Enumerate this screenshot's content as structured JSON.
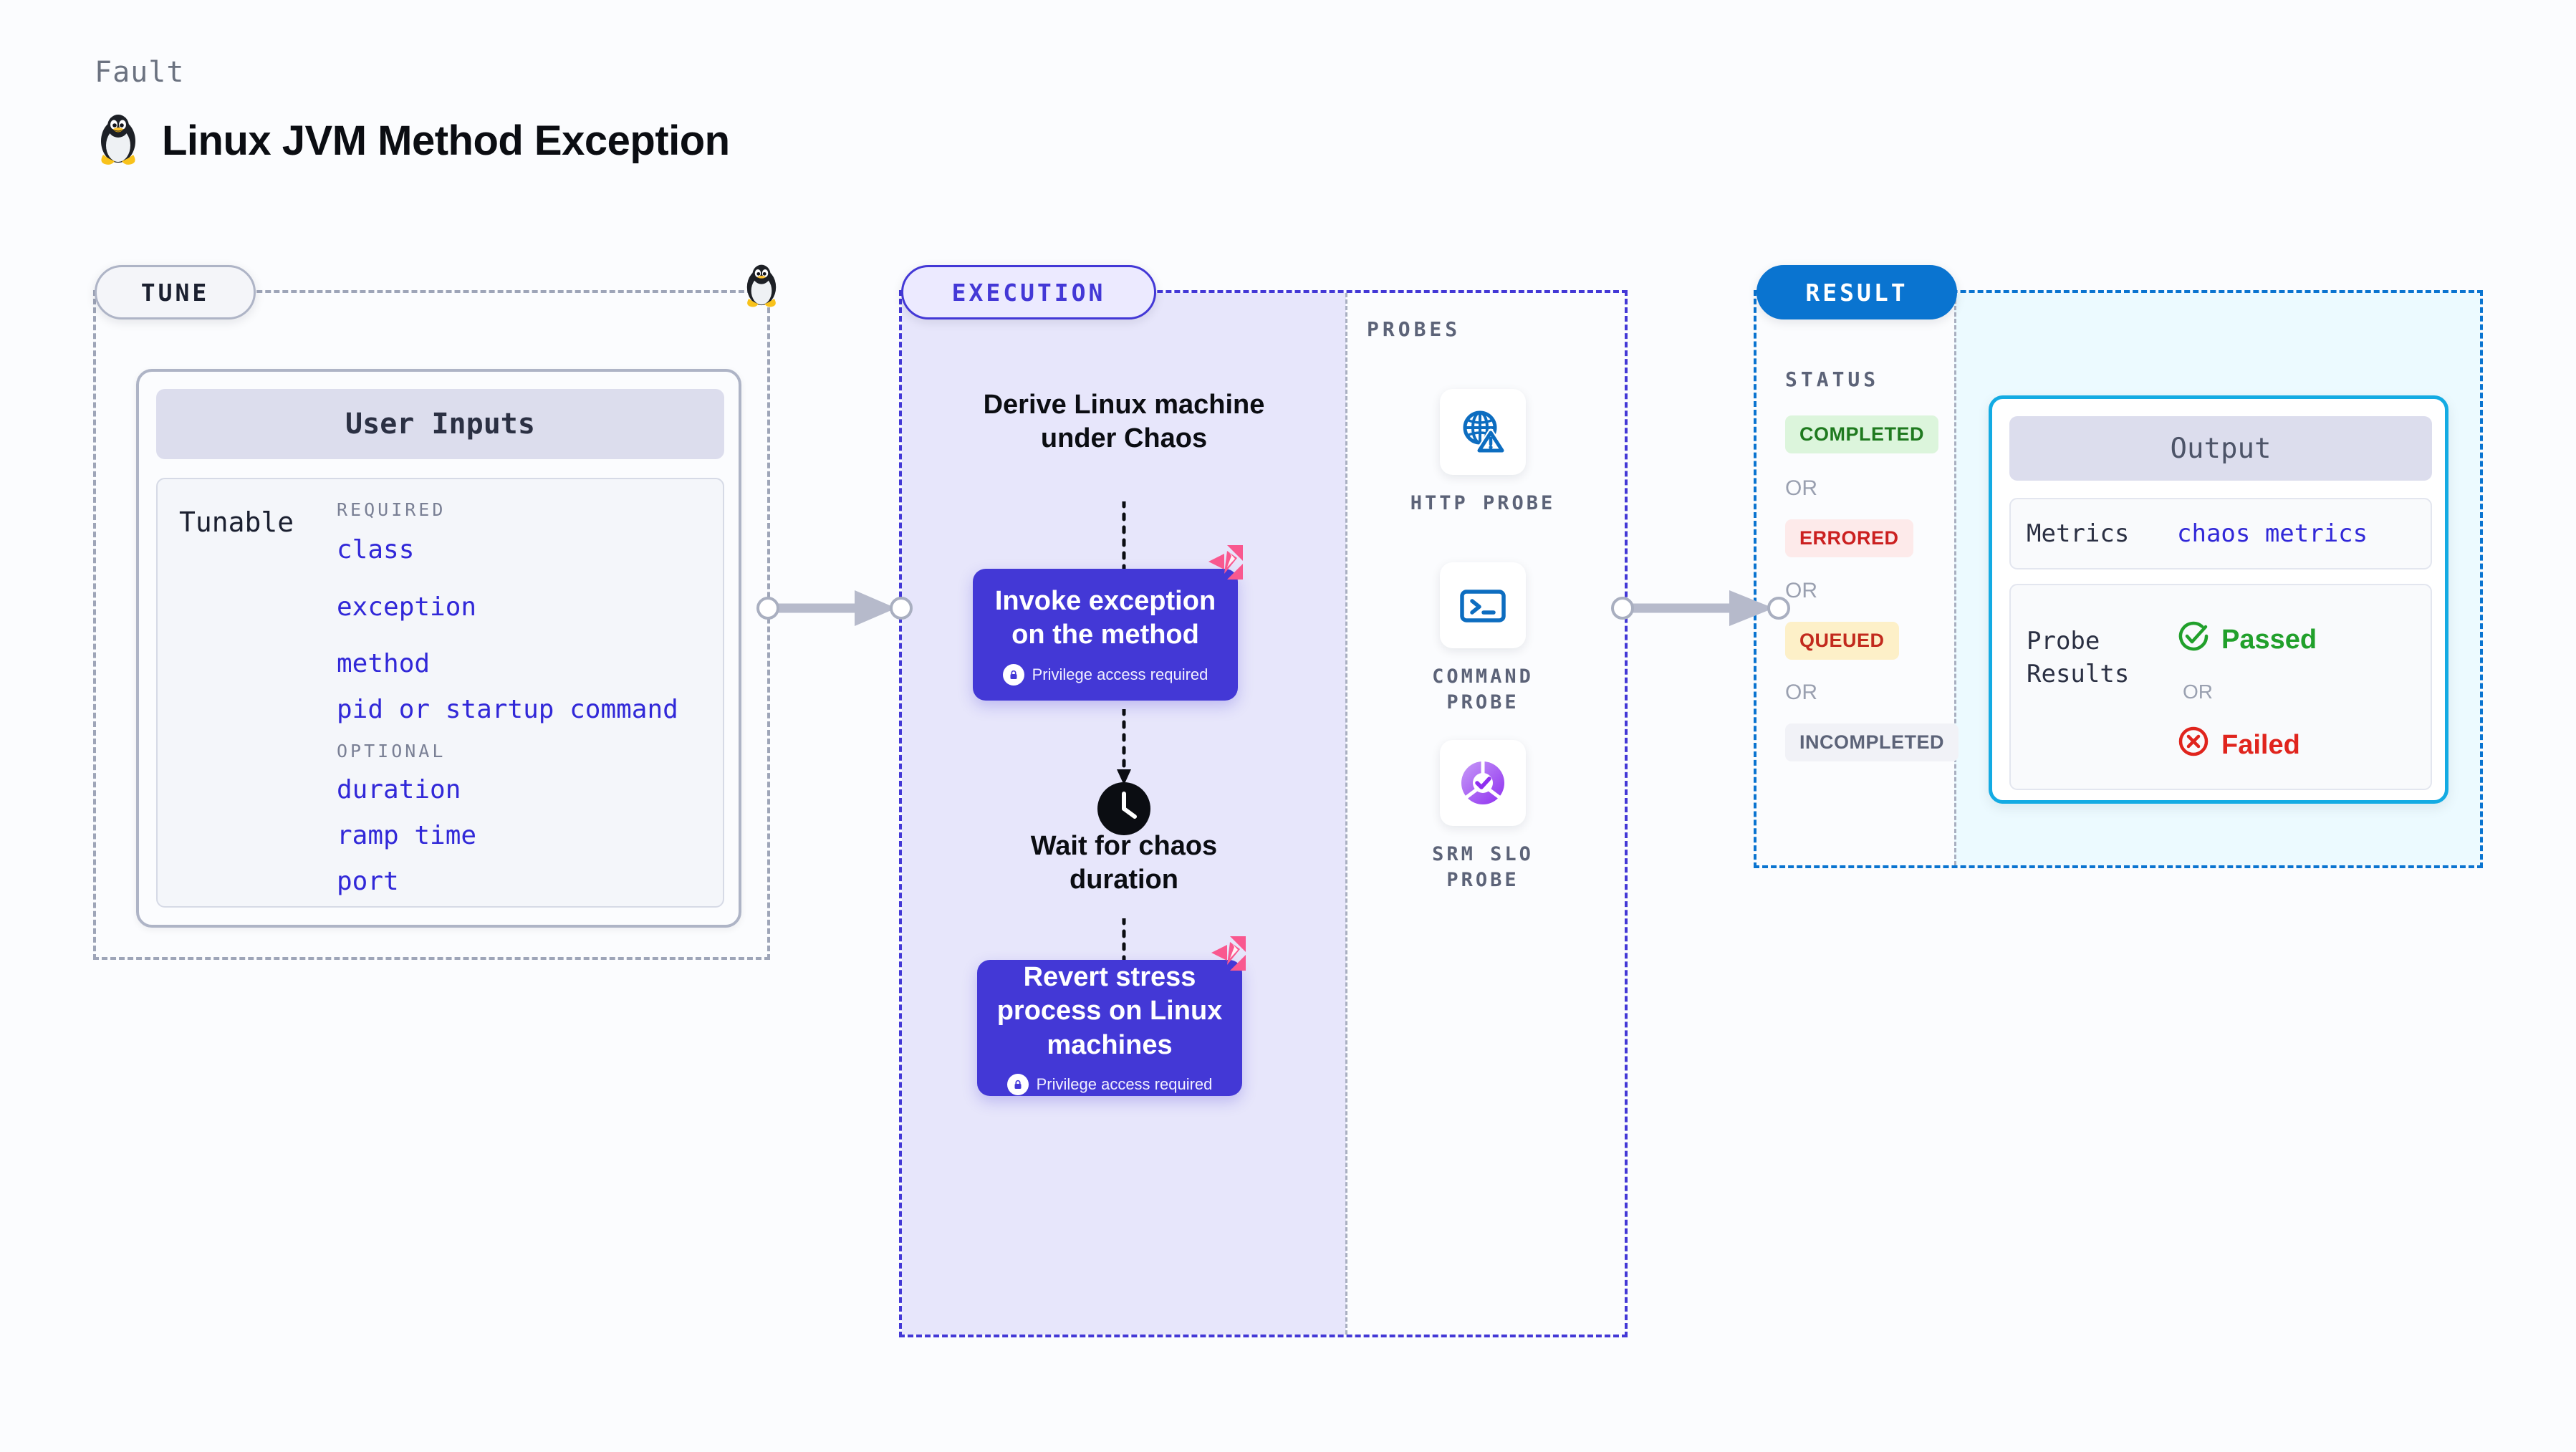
{
  "header": {
    "eyebrow": "Fault",
    "title": "Linux JVM Method Exception",
    "icon": "linux-penguin-icon"
  },
  "tune": {
    "badge": "TUNE",
    "card_title": "User Inputs",
    "tunable_label": "Tunable",
    "required_caption": "REQUIRED",
    "optional_caption": "OPTIONAL",
    "required": [
      "class",
      "exception",
      "method",
      "pid or startup command"
    ],
    "optional": [
      "duration",
      "ramp time",
      "port"
    ]
  },
  "execution": {
    "badge": "EXECUTION",
    "steps": [
      {
        "kind": "text",
        "label": "Derive Linux machine\nunder Chaos"
      },
      {
        "kind": "box",
        "label": "Invoke exception\non the method",
        "note": "Privilege access required"
      },
      {
        "kind": "clock",
        "label": "Wait for chaos\nduration"
      },
      {
        "kind": "box",
        "label": "Revert stress\nprocess on Linux\nmachines",
        "note": "Privilege access required"
      }
    ],
    "step0_label": "Derive Linux machine",
    "step0_label2": "under Chaos",
    "step1_title_a": "Invoke exception",
    "step1_title_b": "on the method",
    "step1_note": "Privilege access required",
    "step2_label_a": "Wait for chaos",
    "step2_label_b": "duration",
    "step3_title_a": "Revert stress",
    "step3_title_b": "process on Linux",
    "step3_title_c": "machines",
    "step3_note": "Privilege access required"
  },
  "probes": {
    "caption": "PROBES",
    "items": [
      {
        "label": "HTTP  PROBE",
        "icon": "globe-warning-icon"
      },
      {
        "label": "COMMAND\nPROBE",
        "icon": "terminal-icon"
      },
      {
        "label": "SRM  SLO\nPROBE",
        "icon": "slo-donut-check-icon"
      }
    ]
  },
  "result": {
    "badge": "RESULT",
    "status_caption": "STATUS",
    "or_label": "OR",
    "statuses": [
      {
        "label": "COMPLETED",
        "bg": "#dcf5dc",
        "fg": "#1f7a1f"
      },
      {
        "label": "ERRORED",
        "bg": "#fdeaea",
        "fg": "#cb2020"
      },
      {
        "label": "QUEUED",
        "bg": "#fdf0c8",
        "fg": "#c22a1d"
      },
      {
        "label": "INCOMPLETED",
        "bg": "#f1f2f7",
        "fg": "#5c6378"
      }
    ],
    "output": {
      "title": "Output",
      "metrics_key": "Metrics",
      "metrics_value": "chaos metrics",
      "probe_results_key": "Probe\nResults",
      "passed_label": "Passed",
      "failed_label": "Failed",
      "or_label": "OR"
    }
  },
  "colors": {
    "accent_purple": "#4338d6",
    "accent_blue": "#0a74d0",
    "accent_cyan": "#13abe3",
    "tunable_link": "#3128d8",
    "chaos_pink": "#f9588f",
    "passed_green": "#21a02b",
    "failed_red": "#e0241d",
    "page_bg": "#fbfcfe"
  }
}
